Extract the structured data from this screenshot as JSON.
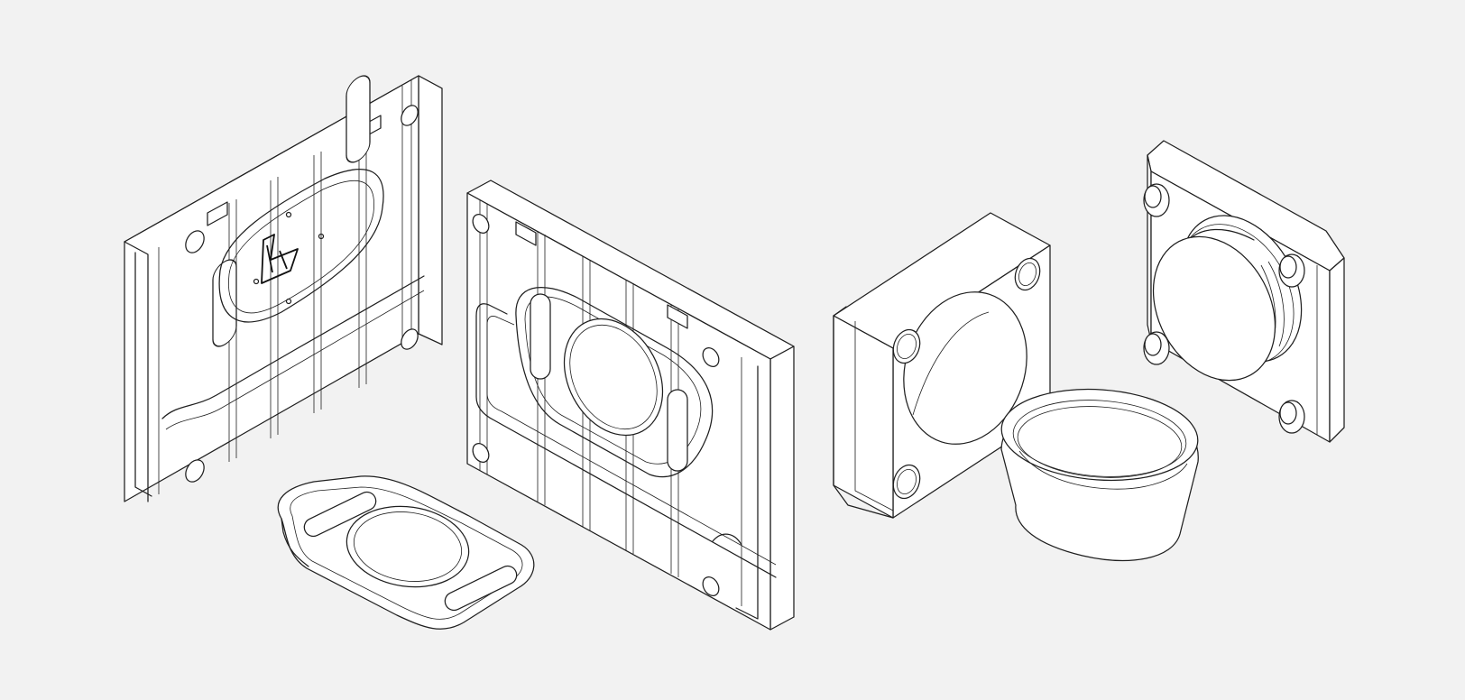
{
  "scene": {
    "background": "#f2f2f2",
    "line_color": "#1f1f1f",
    "fill_color": "#ffffff",
    "style": "isometric line drawing",
    "parts": [
      {
        "id": "mold-half-logo",
        "icon": "mold-plate-with-logo-cavity"
      },
      {
        "id": "molded-buckle",
        "icon": "buckle-part"
      },
      {
        "id": "mold-half-round",
        "icon": "mold-plate-with-round-cavity"
      },
      {
        "id": "square-frame",
        "icon": "square-flange-with-bore"
      },
      {
        "id": "round-cup",
        "icon": "cylindrical-cup"
      },
      {
        "id": "boss-plate",
        "icon": "square-plate-with-boss-and-pins"
      }
    ]
  }
}
